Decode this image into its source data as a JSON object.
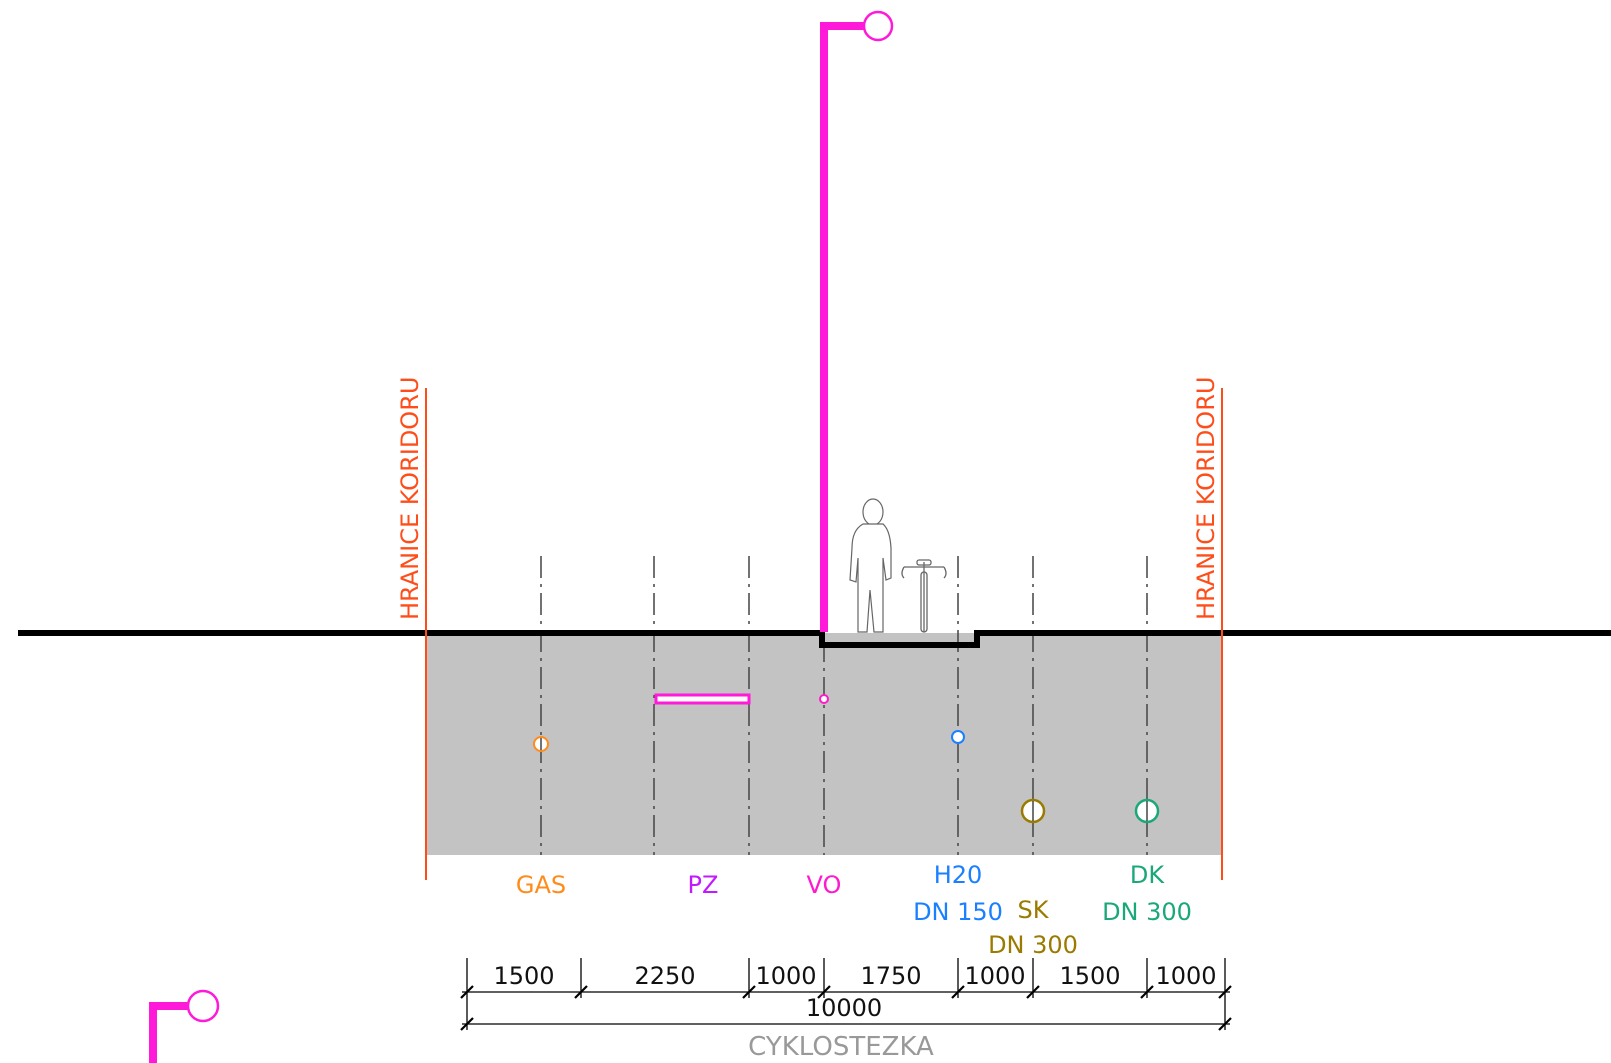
{
  "boundary_label_left": "HRANICE KORIDORU",
  "boundary_label_right": "HRANICE KORIDORU",
  "utilities": {
    "gas": {
      "label": "GAS"
    },
    "pz": {
      "label": "PZ"
    },
    "vo": {
      "label": "VO"
    },
    "h2o": {
      "label": "H20",
      "size": "DN 150"
    },
    "sk": {
      "label": "SK",
      "size": "DN 300"
    },
    "dk": {
      "label": "DK",
      "size": "DN 300"
    }
  },
  "dimensions": {
    "segments": [
      "1500",
      "2250",
      "1000",
      "1750",
      "1000",
      "1500",
      "1000"
    ],
    "total": "10000"
  },
  "bottom_label": "CYKLOSTEZKA",
  "colors": {
    "boundary": "#ff4d1a",
    "gas": "#ff8c1a",
    "pz": "#c21aff",
    "vo": "#ff1acc",
    "h2o": "#1a80ff",
    "sk": "#9b7a00",
    "dk": "#1aa87a",
    "soil": "#c3c3c3",
    "lamp": "#ff1ad9",
    "cyklo": "#999999"
  },
  "icons": [
    "street-lamp-icon",
    "pedestrian-icon",
    "bicycle-icon"
  ]
}
